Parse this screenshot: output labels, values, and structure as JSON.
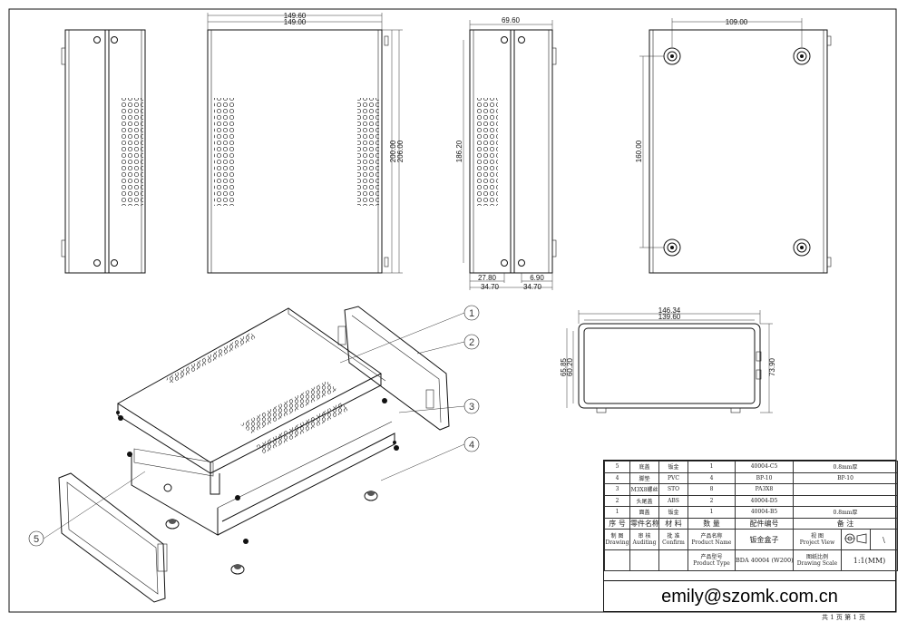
{
  "dimensions": {
    "front_w_outer": "149.60",
    "front_w_inner": "149.00",
    "front_h_outer": "200.00",
    "front_h_inner": "206.00",
    "side_w": "69.60",
    "side_h": "186.20",
    "side_b1": "27.80",
    "side_b2": "6.90",
    "side_b3": "34.70",
    "side_b4": "34.70",
    "bottom_w": "109.00",
    "bottom_h": "160.00",
    "end_w_outer": "146.34",
    "end_w_inner": "139.60",
    "end_h1": "65.85",
    "end_h2": "60.20",
    "end_h3": "73.90"
  },
  "callouts": [
    "1",
    "2",
    "3",
    "4",
    "5"
  ],
  "title_block": {
    "rows": [
      [
        "5",
        "底盖",
        "钣金",
        "1",
        "40004-C5",
        "0.8mm厚"
      ],
      [
        "4",
        "脚垫",
        "PVC",
        "4",
        "BP-10",
        "BP-10"
      ],
      [
        "3",
        "M3X8螺丝",
        "STO",
        "8",
        "PA3X8",
        ""
      ],
      [
        "2",
        "头尾盖",
        "ABS",
        "2",
        "40004-D5",
        ""
      ],
      [
        "1",
        "面盖",
        "钣金",
        "1",
        "40004-B5",
        "0.8mm厚"
      ]
    ],
    "header": [
      "序 号",
      "零件名称",
      "材 料",
      "数 量",
      "配件编号",
      "备 注"
    ],
    "drawing_cn": "制 图",
    "drawing_en": "Drawing",
    "auditing_cn": "审 核",
    "auditing_en": "Auditing",
    "confirm_cn": "批 准",
    "confirm_en": "Confirm",
    "product_name_cn": "产品名称",
    "product_name_en": "Product Name",
    "product_name_value": "钣金盒子",
    "project_view_cn": "视 图",
    "project_view_en": "Project View",
    "product_type_cn": "产品型号",
    "product_type_en": "Product Type",
    "product_type_value": "BDA 40004 (W200)",
    "scale_cn": "图纸比例",
    "scale_en": "Drawing Scale",
    "scale_value": "1:1(MM)"
  },
  "email": "emily@szomk.com.cn",
  "page_note": "共 1 页 第 1 页"
}
